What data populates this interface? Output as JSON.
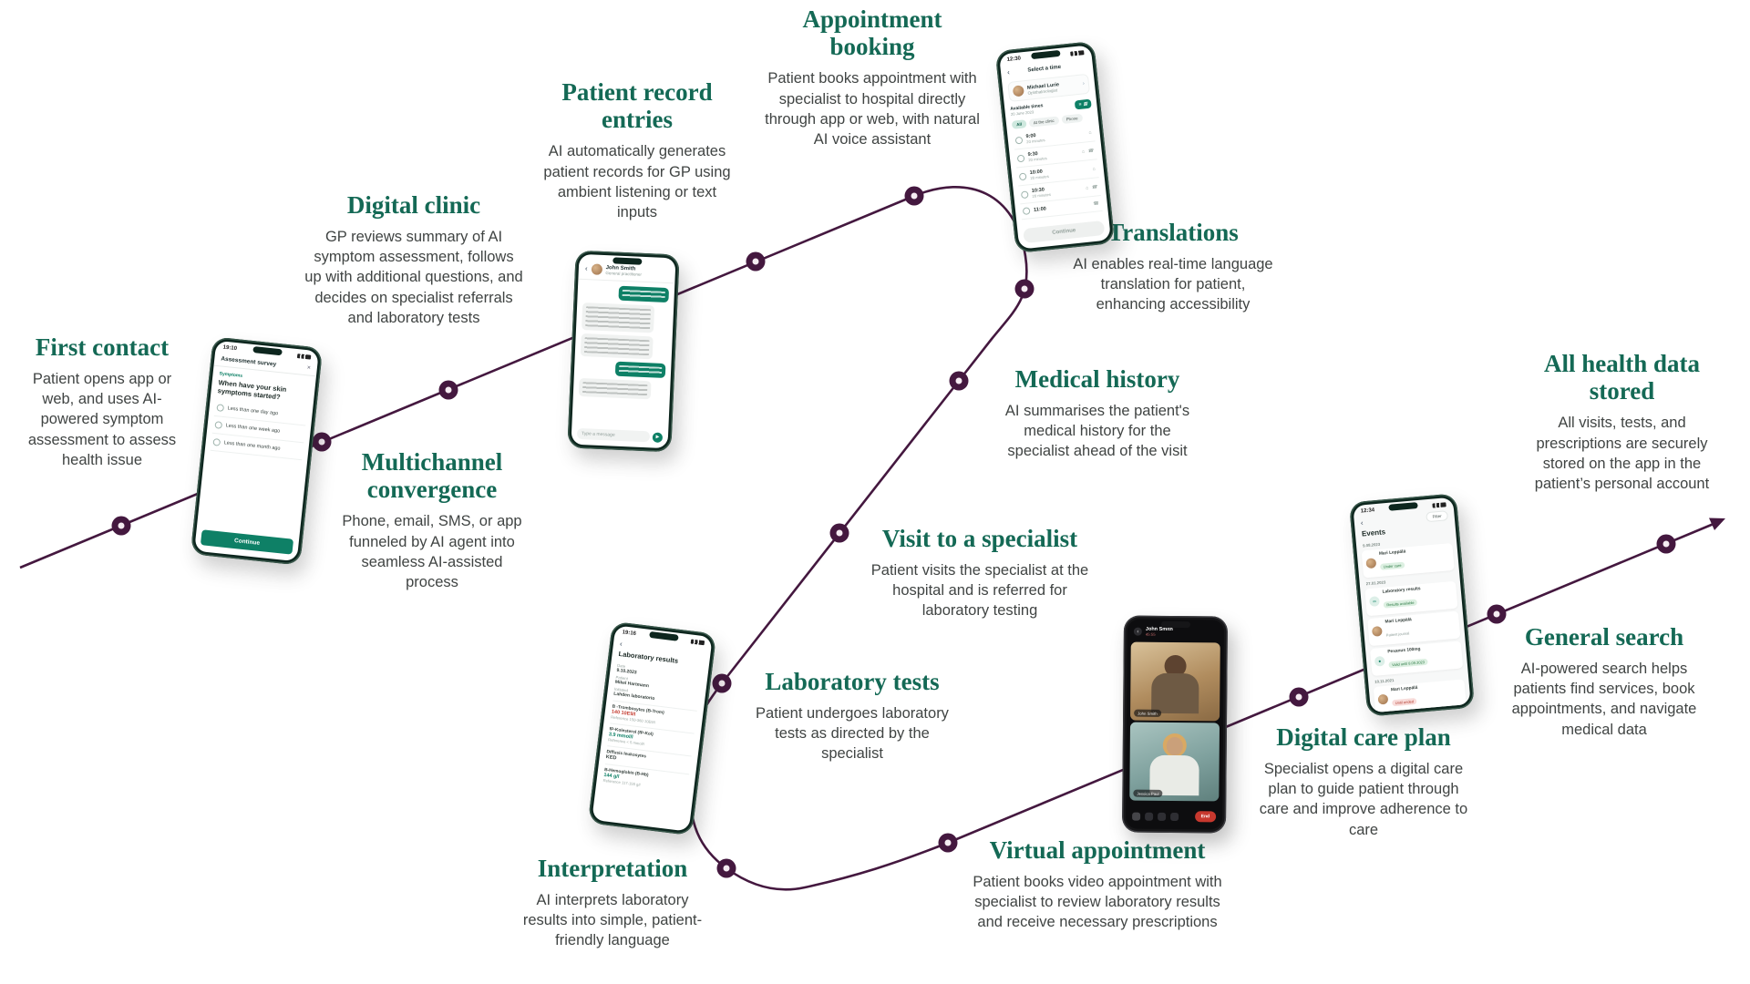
{
  "colors": {
    "heading": "#146955",
    "body": "#404443",
    "path": "#44183f",
    "accent_green": "#0e8066",
    "alert_red": "#c43b2f"
  },
  "icons": {
    "close": "×",
    "back": "‹",
    "chevron_right": "›",
    "list": "≡",
    "calendar": "▦",
    "clinic": "⌂",
    "phone_call": "☎",
    "send": "▶",
    "link": "∞",
    "pill_med": "●"
  },
  "stages": [
    {
      "title": "First contact",
      "desc": "Patient opens app or web, and uses AI-powered symptom assessment to assess health issue"
    },
    {
      "title": "Multichannel convergence",
      "desc": "Phone, email, SMS, or app funneled by AI agent into seamless AI-assisted process"
    },
    {
      "title": "Digital clinic",
      "desc": "GP reviews summary of AI symptom assessment, follows up with additional questions, and decides on specialist referrals and laboratory tests"
    },
    {
      "title": "Patient record entries",
      "desc": "AI automatically generates patient records for GP using ambient listening or text inputs"
    },
    {
      "title": "Appointment booking",
      "desc": "Patient books appointment with specialist to hospital directly through app or web, with natural AI voice assistant"
    },
    {
      "title": "Translations",
      "desc": "AI enables real-time language translation for patient, enhancing accessibility"
    },
    {
      "title": "Medical history",
      "desc": "AI summarises the patient's medical history for the specialist ahead of the visit"
    },
    {
      "title": "Visit to a specialist",
      "desc": "Patient visits the specialist at the hospital and is referred for laboratory testing"
    },
    {
      "title": "Laboratory tests",
      "desc": "Patient undergoes laboratory tests as directed by the specialist"
    },
    {
      "title": "Interpretation",
      "desc": "AI interprets laboratory results into simple, patient-friendly language"
    },
    {
      "title": "Virtual appointment",
      "desc": "Patient books video appointment with specialist to review laboratory results and receive necessary prescriptions"
    },
    {
      "title": "Digital care plan",
      "desc": "Specialist opens a digital care plan to guide patient through care and improve adherence to care"
    },
    {
      "title": "General search",
      "desc": "AI-powered search helps patients find services, book appointments, and navigate medical data"
    },
    {
      "title": "All health data stored",
      "desc": "All visits, tests, and prescriptions are securely stored on the app in the patient’s personal account"
    }
  ],
  "phones": {
    "assessment": {
      "time": "19:10",
      "header": "Assessment survey",
      "section_label": "Symptoms",
      "question": "When have your skin symptoms started?",
      "options": [
        "Less than one day ago",
        "Less than one week ago",
        "Less than one month ago"
      ],
      "button": "Continue"
    },
    "chat": {
      "name": "John Smith",
      "role": "General practitioner",
      "input_placeholder": "Type a message"
    },
    "booking": {
      "time": "12:30",
      "header": "Select a time",
      "doctor": "Michael Lurie",
      "specialty": "Ophthalmologist",
      "available_label": "Available times",
      "date": "20 June 2023",
      "filters": [
        "All",
        "At the clinic",
        "Phone"
      ],
      "slots": [
        {
          "time": "9:00",
          "duration": "20 minutes"
        },
        {
          "time": "9:30",
          "duration": "20 minutes"
        },
        {
          "time": "10:00",
          "duration": "20 minutes"
        },
        {
          "time": "10:30",
          "duration": "20 minutes"
        },
        {
          "time": "11:00",
          "duration": "20 minutes"
        }
      ],
      "button": "Continue"
    },
    "lab": {
      "time": "19:16",
      "header": "Laboratory results",
      "meta": [
        {
          "label": "Date",
          "value": "9.10.2023"
        },
        {
          "label": "Patient",
          "value": "Mikel Hartmann"
        },
        {
          "label": "Initiated",
          "value": "Lahden laboratorio"
        }
      ],
      "results": [
        {
          "name": "B -Trombosytes (B-Trom)",
          "value": "140 10E9/l",
          "ref": "Reference 150-360 10E9/l"
        },
        {
          "name": "fP-Kolesterol (fP-Kol)",
          "value": "3.9 mmol/l",
          "ref": "Reference < 5 mmol/l"
        },
        {
          "name": "Diffusis leukosytes",
          "value": "KED",
          "ref": ""
        },
        {
          "name": "B-Hemoglobin (B-Hb)",
          "value": "144 g/l",
          "ref": "Reference 117-155 g/l"
        }
      ]
    },
    "video": {
      "name": "John Smith",
      "timer": "45:55",
      "participants": [
        "John Smith",
        "Jessica Paul"
      ],
      "end_button": "End"
    },
    "events": {
      "time": "12:34",
      "filter_label": "Filter",
      "header": "Events",
      "sections": [
        {
          "date": "9.08.2023",
          "items": [
            {
              "title": "Mari Leppälä",
              "badge": "Under care"
            }
          ]
        },
        {
          "date": "27.01.2023",
          "items": [
            {
              "title": "Laboratory results",
              "badge": "Results available"
            },
            {
              "title": "Mari Leppälä",
              "badge": "Patient journal"
            },
            {
              "title": "Pexanus 100mg",
              "badge": "Valid until 8.09.2023"
            }
          ]
        },
        {
          "date": "10.11.2021",
          "items": [
            {
              "title": "Mari Leppälä",
              "badge": "Until ended"
            }
          ]
        }
      ]
    }
  }
}
